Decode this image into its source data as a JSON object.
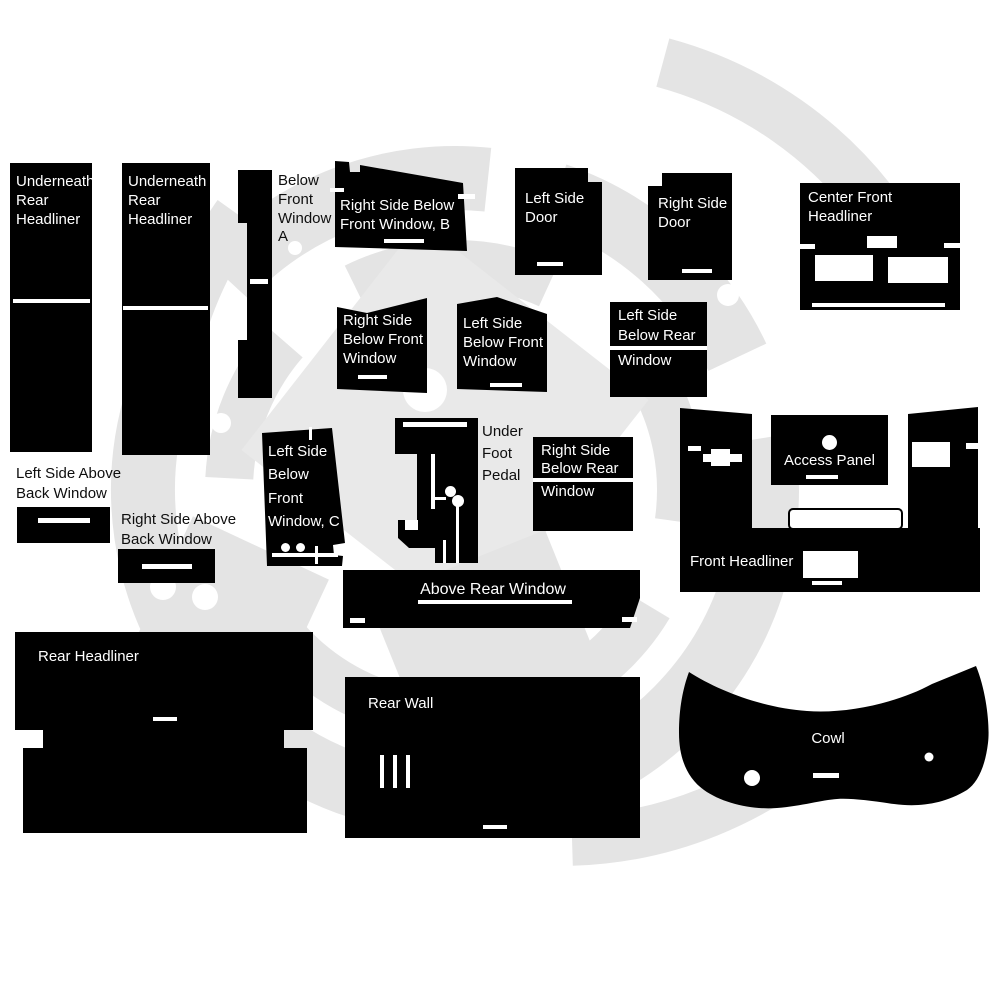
{
  "image": {
    "background": "#ffffff",
    "piece_color": "#000000",
    "label_on_piece_color": "#ffffff",
    "label_outside_color": "#0e0e0e",
    "watermark_color": "#e4e4e4"
  },
  "labels": {
    "underneath_rear_headliner_1": "Underneath\nRear\nHeadliner",
    "underneath_rear_headliner_2": "Underneath\nRear\nHeadliner",
    "below_front_window_a": "Below\nFront\nWindow\nA",
    "right_side_below_front_window_b": "Right Side Below\nFront Window, B",
    "left_side_door": "Left Side\nDoor",
    "right_side_door": "Right Side\nDoor",
    "center_front_headliner": "Center Front\nHeadliner",
    "right_side_below_front_window": "Right Side\nBelow Front\nWindow",
    "left_side_below_front_window": "Left Side\nBelow Front\nWindow",
    "left_side_below_rear_window_top": "Left Side\nBelow Rear",
    "left_side_below_rear_window_bottom": "Window",
    "left_side_below_front_window_c": "Left Side\nBelow\nFront\nWindow, C",
    "under_foot_pedal": "Under\nFoot\nPedal",
    "right_side_below_rear_window_top": "Right Side\nBelow Rear",
    "right_side_below_rear_window_bottom": "Window",
    "access_panel": "Access Panel",
    "front_headliner": "Front Headliner",
    "left_side_above_back_window": "Left Side Above\nBack Window",
    "right_side_above_back_window": "Right Side Above\nBack Window",
    "above_rear_window": "Above Rear Window",
    "rear_headliner": "Rear Headliner",
    "rear_wall": "Rear Wall",
    "cowl": "Cowl"
  }
}
